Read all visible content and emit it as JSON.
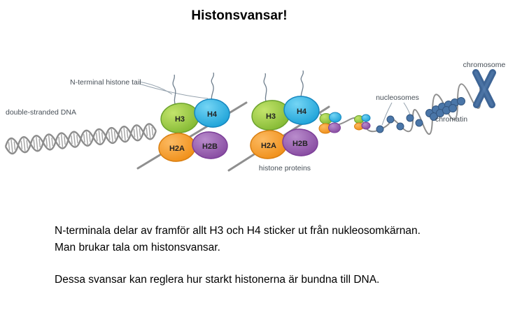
{
  "slide": {
    "title": "Histonsvansar!"
  },
  "body": {
    "para1_line1": "N-terminala delar av framför allt H3 och H4 sticker ut från nukleosomkärnan.",
    "para1_line2": "Man brukar tala om histonsvansar.",
    "para2": "Dessa svansar kan reglera hur starkt histonerna är bundna till DNA."
  },
  "diagram": {
    "labels": {
      "double_stranded_dna": "double-stranded DNA",
      "n_terminal_tail": "N-terminal histone tail",
      "histone_proteins": "histone proteins",
      "nucleosomes": "nucleosomes",
      "chromatin": "chromatin",
      "chromosome": "chromosome"
    },
    "histones": {
      "h3": "H3",
      "h4": "H4",
      "h2a": "H2A",
      "h2b": "H2B"
    },
    "colors": {
      "h3_green": "#8dc63f",
      "h4_cyan": "#29abe2",
      "h2a_orange": "#f7941d",
      "h2b_purple": "#9457a5",
      "dna_gray": "#8f8f8f",
      "nucleosome_bead_blue": "#4a76a8",
      "chromosome_blue": "#3e6596"
    }
  }
}
